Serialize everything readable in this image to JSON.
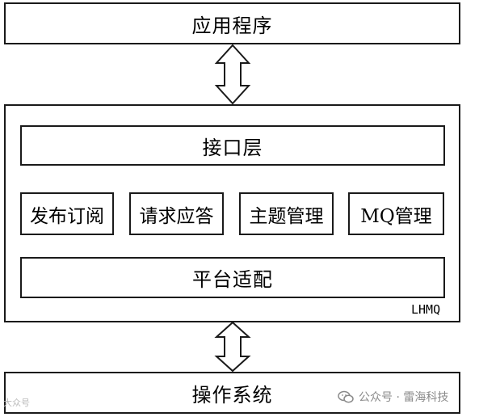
{
  "diagram": {
    "application_layer": "应用程序",
    "lhmq": {
      "label": "LHMQ",
      "interface_layer": "接口层",
      "modules": [
        "发布订阅",
        "请求应答",
        "主题管理",
        "MQ管理"
      ],
      "platform_adaptation": "平台适配"
    },
    "os_layer": "操作系统"
  },
  "watermark": {
    "left": "大众号",
    "right": "公众号 · 雷海科技"
  },
  "colors": {
    "border": "#1a1a1a",
    "arrow_fill": "#ffffff",
    "watermark": "#8a8a8a"
  }
}
